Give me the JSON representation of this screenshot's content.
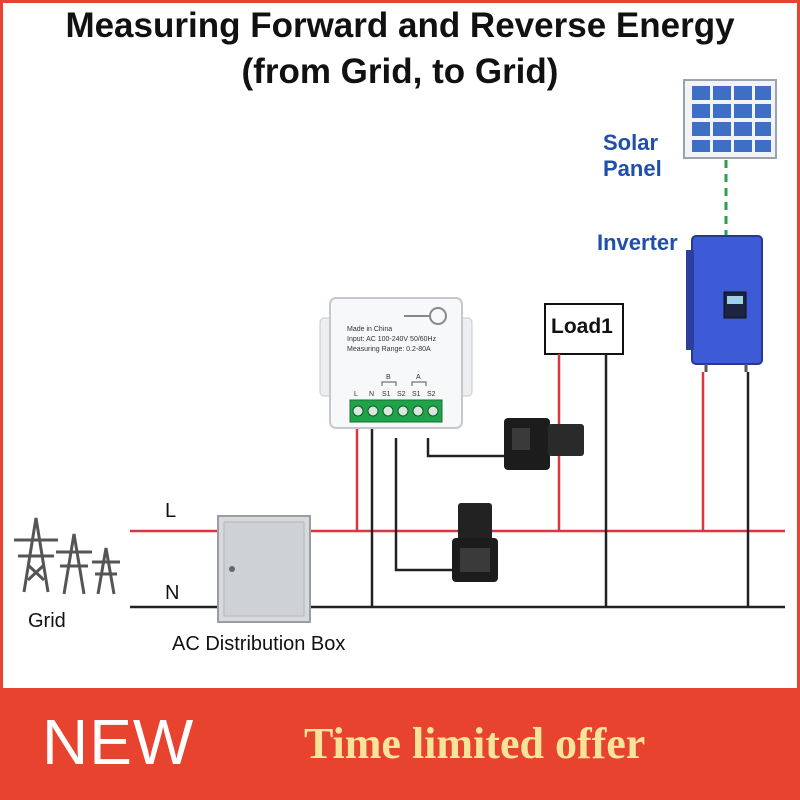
{
  "title": {
    "line1": "Measuring  Forward and Reverse Energy",
    "line2": "(from Grid, to Grid)"
  },
  "labels": {
    "solar_panel_line1": "Solar",
    "solar_panel_line2": "Panel",
    "inverter": "Inverter",
    "load": "Load1",
    "line_l": "L",
    "line_n": "N",
    "grid": "Grid",
    "distribution_box": "AC Distribution Box"
  },
  "meter": {
    "made_in": "Made in China",
    "input": "Input: AC 100-240V 50/60Hz",
    "range": "Measuring Range: 0.2-80A",
    "terminals": [
      "L",
      "N",
      "S1",
      "S2",
      "S1",
      "S2"
    ],
    "channel_b": "B",
    "channel_a": "A"
  },
  "banner": {
    "new": "NEW",
    "offer": "Time limited offer"
  },
  "colors": {
    "live_wire": "#d9363e",
    "neutral_wire": "#222222",
    "inverter_body": "#3d5bd6",
    "solar_link": "#2e9e4f",
    "banner": "#e8432f",
    "offer_text": "#f5e49a",
    "label_blue": "#1f4fa8"
  }
}
